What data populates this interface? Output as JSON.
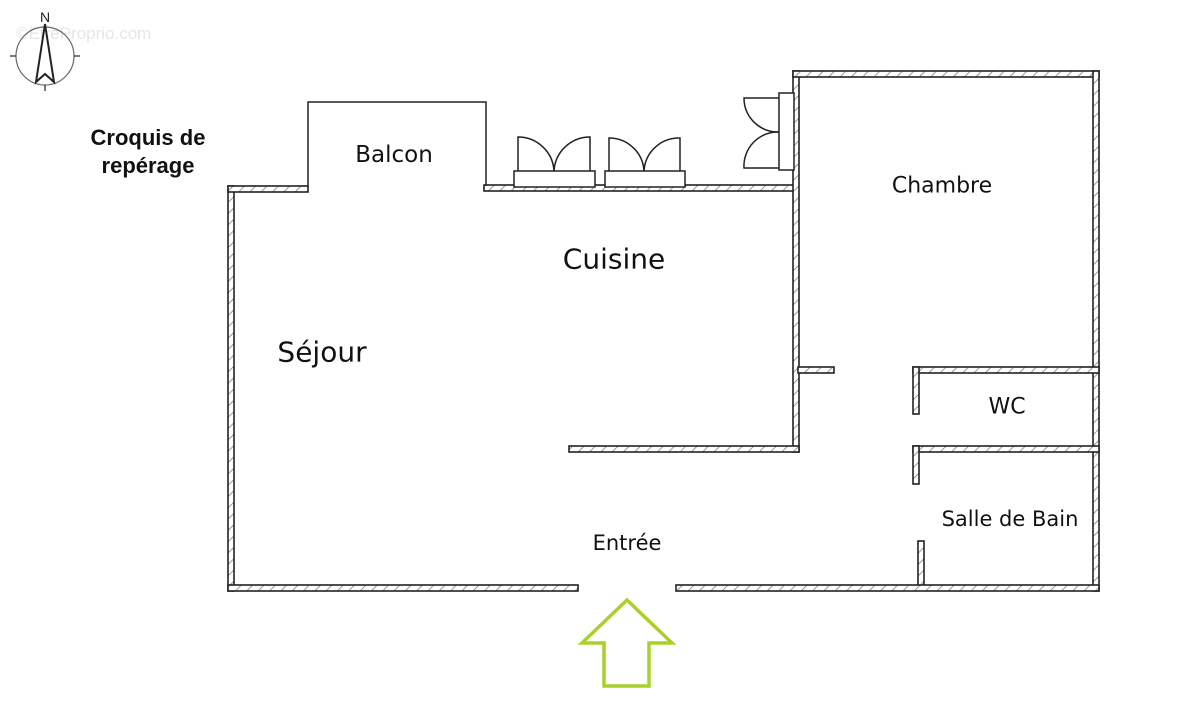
{
  "watermark": "©EtreProprio.com",
  "compass": {
    "north_label": "N"
  },
  "title": {
    "line1": "Croquis de",
    "line2": "repérage"
  },
  "rooms": {
    "balcon": "Balcon",
    "cuisine": "Cuisine",
    "sejour": "Séjour",
    "chambre": "Chambre",
    "wc": "WC",
    "salle_de_bain": "Salle de Bain",
    "entree": "Entrée"
  },
  "colors": {
    "walls": "#222222",
    "entrance_arrow": "#a8d12a"
  }
}
